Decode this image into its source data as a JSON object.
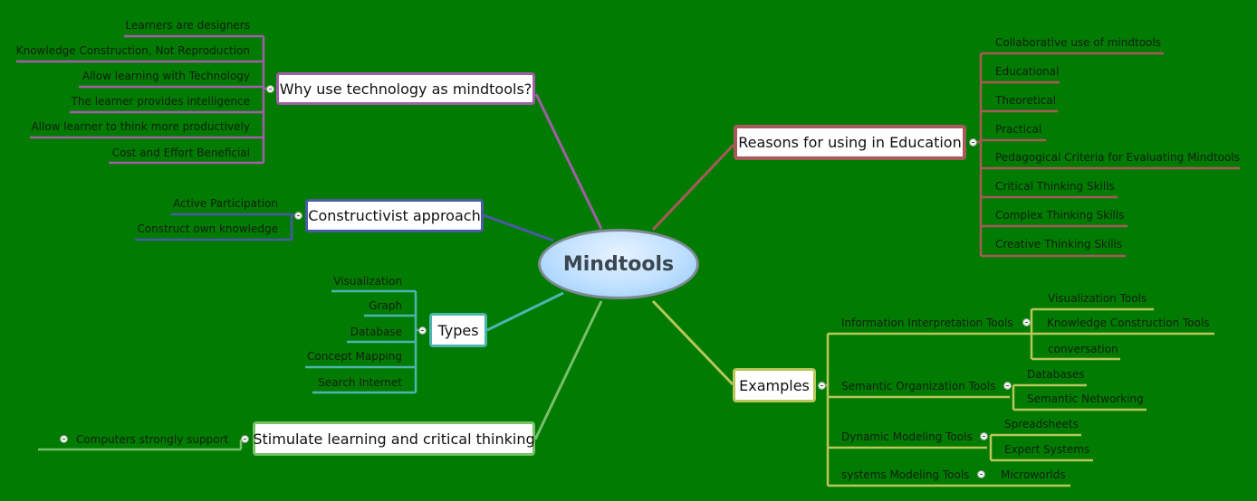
{
  "central": {
    "label": "Mindtools"
  },
  "why": {
    "label": "Why use technology as mindtools?",
    "items": [
      "Learners are designers",
      "Knowledge Construction, Not Reproduction",
      "Allow learning with Technology",
      "The learner provides intelligence",
      "Allow learner to think more productively",
      "Cost and Effort Beneficial"
    ]
  },
  "constructivist": {
    "label": "Constructivist approach",
    "items": [
      "Active Participation",
      "Construct own knowledge"
    ]
  },
  "types": {
    "label": "Types",
    "items": [
      "Visualization",
      "Graph",
      "Database",
      "Concept Mapping",
      "Search Internet"
    ]
  },
  "stimulate": {
    "label": "Stimulate learning and critical thinking",
    "items": [
      "Computers strongly support"
    ]
  },
  "reasons": {
    "label": "Reasons for using in Education",
    "items": [
      "Collaborative use of mindtools",
      "Educational",
      "Theoretical",
      "Practical",
      "Pedagogical Criteria for Evaluating Mindtools",
      "Critical Thinking Skills",
      "Complex Thinking Skills",
      "Creative Thinking Skills"
    ]
  },
  "examples": {
    "label": "Examples",
    "groups": [
      {
        "label": "Information Interpretation Tools",
        "items": [
          "Visualization Tools",
          "Knowledge Construction Tools",
          "conversation"
        ]
      },
      {
        "label": "Semantic Organization Tools",
        "items": [
          "Databases",
          "Semantic Networking"
        ]
      },
      {
        "label": "Dynamic Modeling Tools",
        "items": [
          "Spreadsheets",
          "Expert Systems"
        ]
      },
      {
        "label": "systems Modeling Tools",
        "items": [
          "Microworlds"
        ]
      }
    ]
  },
  "colors": {
    "background": "#027b02",
    "why": "#a25ea8",
    "constructivist": "#4a5aa6",
    "types": "#4fb3b0",
    "stimulate": "#78c06a",
    "reasons": "#a85a5a",
    "examples": "#b8c65a"
  }
}
